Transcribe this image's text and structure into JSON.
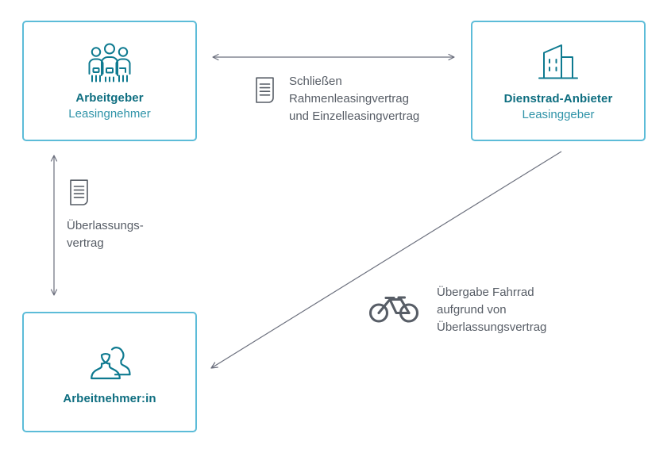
{
  "diagram": {
    "title": "Dienstrad-Leasing Beziehungsdiagramm",
    "colors": {
      "card_border": "#5cbcd8",
      "card_title": "#0e6e80",
      "card_subtitle": "#2f93a8",
      "icon_teal": "#0e7a90",
      "annotation_text": "#575d66",
      "arrow": "#6b6f7d",
      "background": "#ffffff"
    },
    "cards": [
      {
        "id": "employer",
        "icon": "three-people-icon",
        "title": "Arbeitgeber",
        "subtitle": "Leasingnehmer"
      },
      {
        "id": "provider",
        "icon": "office-building-icon",
        "title": "Dienstrad-Anbieter",
        "subtitle": "Leasinggeber"
      },
      {
        "id": "employee",
        "icon": "two-people-icon",
        "title": "Arbeitnehmer:in",
        "subtitle": ""
      }
    ],
    "annotations": [
      {
        "id": "lease-contracts",
        "icon": "document-icon",
        "text": "Schließen\nRahmenleasingvertrag\nund Einzelleasingvertrag"
      },
      {
        "id": "transfer-agreement",
        "icon": "document-icon",
        "text": "Überlassungs-\nvertrag"
      },
      {
        "id": "bike-handover",
        "icon": "bicycle-icon",
        "text": "Übergabe Fahrrad\naufgrund von\nÜberlassungsvertrag"
      }
    ],
    "connectors": [
      {
        "id": "employer-provider",
        "type": "double-arrow-horizontal"
      },
      {
        "id": "employer-employee",
        "type": "double-arrow-vertical"
      },
      {
        "id": "provider-employee",
        "type": "single-arrow-diagonal"
      }
    ]
  }
}
